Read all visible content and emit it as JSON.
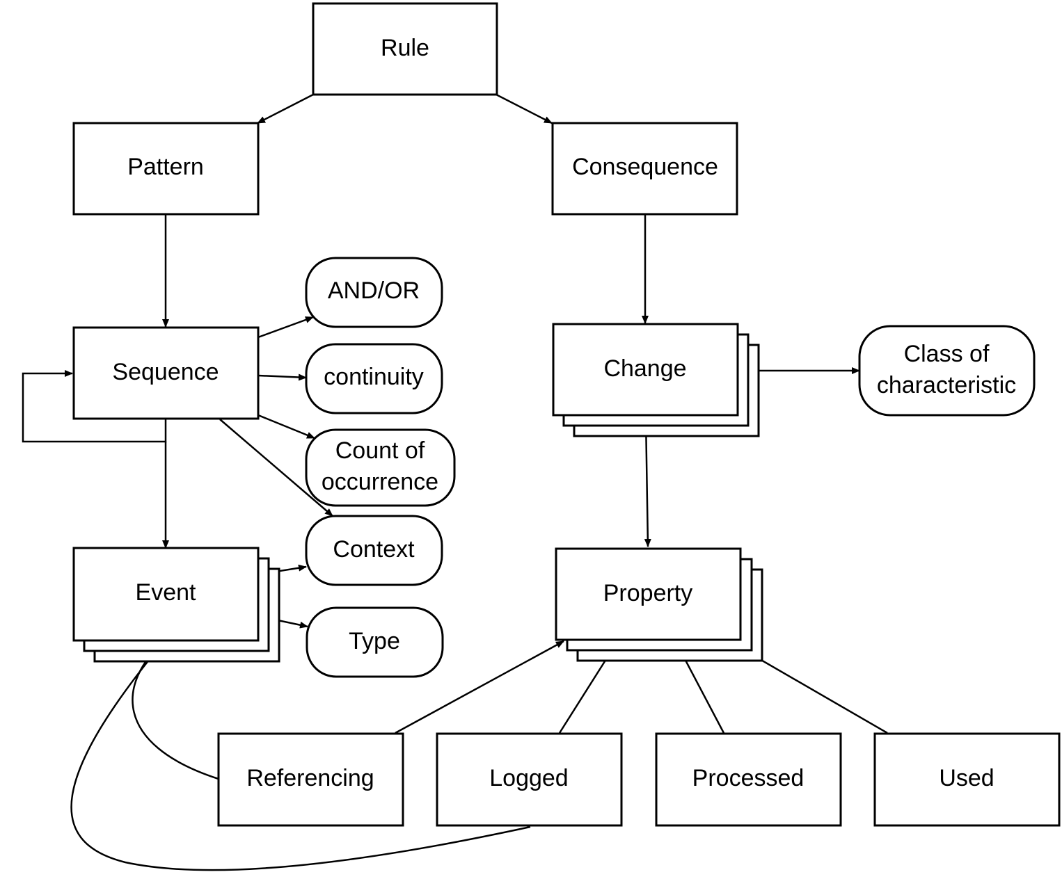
{
  "nodes": {
    "rule": "Rule",
    "pattern": "Pattern",
    "consequence": "Consequence",
    "sequence": "Sequence",
    "and_or": "AND/OR",
    "continuity": "continuity",
    "count_of_occurrence": [
      "Count of",
      "occurrence"
    ],
    "context": "Context",
    "event": "Event",
    "type": "Type",
    "change": "Change",
    "class_of_characteristic": [
      "Class of",
      "characteristic"
    ],
    "property": "Property",
    "referencing": "Referencing",
    "logged": "Logged",
    "processed": "Processed",
    "used": "Used"
  },
  "edges": [
    {
      "from": "rule",
      "to": "pattern"
    },
    {
      "from": "rule",
      "to": "consequence"
    },
    {
      "from": "pattern",
      "to": "sequence"
    },
    {
      "from": "sequence",
      "to": "and_or"
    },
    {
      "from": "sequence",
      "to": "continuity"
    },
    {
      "from": "sequence",
      "to": "count_of_occurrence"
    },
    {
      "from": "sequence",
      "to": "context"
    },
    {
      "from": "sequence",
      "to": "sequence"
    },
    {
      "from": "sequence",
      "to": "event"
    },
    {
      "from": "event",
      "to": "context"
    },
    {
      "from": "event",
      "to": "type"
    },
    {
      "from": "consequence",
      "to": "change"
    },
    {
      "from": "change",
      "to": "class_of_characteristic"
    },
    {
      "from": "change",
      "to": "property"
    },
    {
      "from": "referencing",
      "to": "property"
    },
    {
      "from": "logged",
      "to": "property"
    },
    {
      "from": "processed",
      "to": "property"
    },
    {
      "from": "used",
      "to": "property"
    },
    {
      "from": "referencing",
      "to": "event"
    },
    {
      "from": "logged",
      "to": "event"
    }
  ]
}
